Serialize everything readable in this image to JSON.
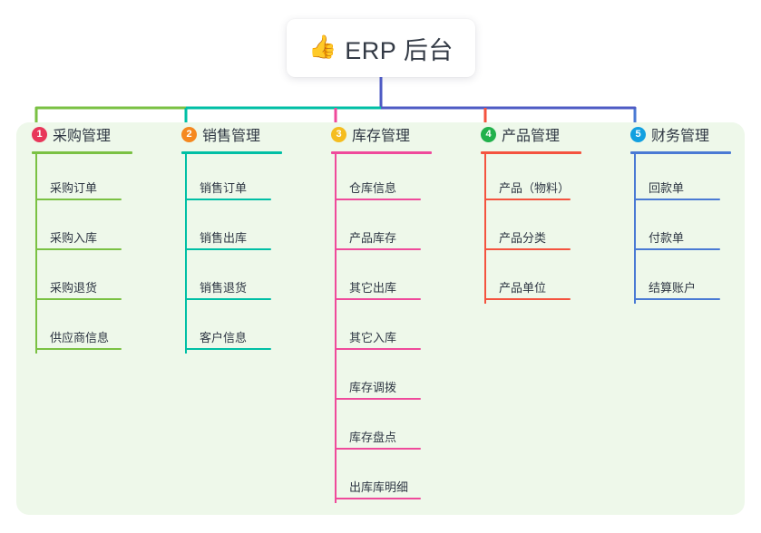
{
  "root": {
    "icon": "thumbs-up-icon",
    "emoji": "👍",
    "title": "ERP 后台"
  },
  "panel": {
    "background_color": "#eef8ea"
  },
  "connector_colors": {
    "stem": "#4e5bc4",
    "bar_left": "#7ac143",
    "bar_mid": "#00bfa5",
    "bar_right": "#4e5bc4"
  },
  "columns": [
    {
      "number": "1",
      "title": "采购管理",
      "badge_color": "#e8375a",
      "accent_color": "#7ac143",
      "items": [
        {
          "label": "采购订单"
        },
        {
          "label": "采购入库"
        },
        {
          "label": "采购退货"
        },
        {
          "label": "供应商信息"
        }
      ]
    },
    {
      "number": "2",
      "title": "销售管理",
      "badge_color": "#f5881f",
      "accent_color": "#00bfa5",
      "items": [
        {
          "label": "销售订单"
        },
        {
          "label": "销售出库"
        },
        {
          "label": "销售退货"
        },
        {
          "label": "客户信息"
        }
      ]
    },
    {
      "number": "3",
      "title": "库存管理",
      "badge_color": "#f5bd1f",
      "accent_color": "#ef4a9b",
      "items": [
        {
          "label": "仓库信息"
        },
        {
          "label": "产品库存"
        },
        {
          "label": "其它出库"
        },
        {
          "label": "其它入库"
        },
        {
          "label": "库存调拨"
        },
        {
          "label": "库存盘点"
        },
        {
          "label": "出库库明细"
        }
      ]
    },
    {
      "number": "4",
      "title": "产品管理",
      "badge_color": "#22b14c",
      "accent_color": "#f4533f",
      "items": [
        {
          "label": "产品（物料）"
        },
        {
          "label": "产品分类"
        },
        {
          "label": "产品单位"
        }
      ]
    },
    {
      "number": "5",
      "title": "财务管理",
      "badge_color": "#12a0e0",
      "accent_color": "#4a7ad4",
      "items": [
        {
          "label": "回款单"
        },
        {
          "label": "付款单"
        },
        {
          "label": "结算账户"
        }
      ]
    }
  ]
}
